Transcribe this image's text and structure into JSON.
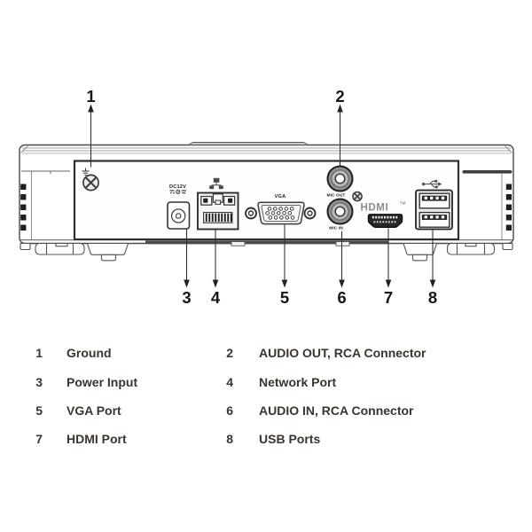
{
  "diagram": {
    "labels": {
      "power": "DC12V",
      "vga": "VGA",
      "audio_out": "MIC OUT",
      "audio_in": "MIC IN",
      "hdmi_logo": "HDMI",
      "hdmi_tm": "TM"
    },
    "callouts": {
      "c1": "1",
      "c2": "2",
      "c3": "3",
      "c4": "4",
      "c5": "5",
      "c6": "6",
      "c7": "7",
      "c8": "8"
    }
  },
  "legend": {
    "items": [
      {
        "num": "1",
        "label": "Ground"
      },
      {
        "num": "2",
        "label": "AUDIO OUT, RCA Connector"
      },
      {
        "num": "3",
        "label": "Power Input"
      },
      {
        "num": "4",
        "label": "Network Port"
      },
      {
        "num": "5",
        "label": "VGA Port"
      },
      {
        "num": "6",
        "label": "AUDIO IN, RCA Connector"
      },
      {
        "num": "7",
        "label": "HDMI Port"
      },
      {
        "num": "8",
        "label": "USB Ports"
      }
    ]
  },
  "colors": {
    "line_art": "#3c3c3c",
    "legend_text": "#3a342e",
    "rca_gray": "#8f8f8f",
    "hdmi_logo_gray": "#8d8d8d",
    "vent_black": "#1f1f1f"
  }
}
